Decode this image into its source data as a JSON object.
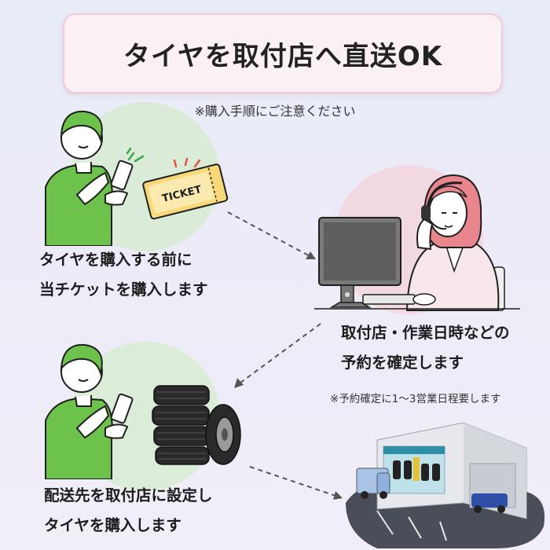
{
  "header": {
    "title": "タイヤを取付店へ直送OK",
    "note": "※購入手順にご注意ください"
  },
  "steps": [
    {
      "line1": "タイヤを購入する前に",
      "line2": "当チケットを購入します"
    },
    {
      "line1": "取付店・作業日時などの",
      "line2": "予約を確定します",
      "note": "※予約確定に1〜3営業日程要します"
    },
    {
      "line1": "配送先を取付店に設定し",
      "line2": "タイヤを購入します"
    }
  ],
  "ticket": {
    "text": "TICKET"
  },
  "icons": [
    "person-phone-icon",
    "ticket-icon",
    "operator-icon",
    "monitor-icon",
    "keyboard-icon",
    "tires-icon",
    "shop-icon",
    "delivery-truck-icon"
  ],
  "colors": {
    "accent_green": "#6cc24a",
    "title_bg": "#fbf1f4",
    "title_border": "#f2c9d2",
    "circle_green": "#d6ecd2",
    "circle_pink": "#f3d6dd"
  }
}
